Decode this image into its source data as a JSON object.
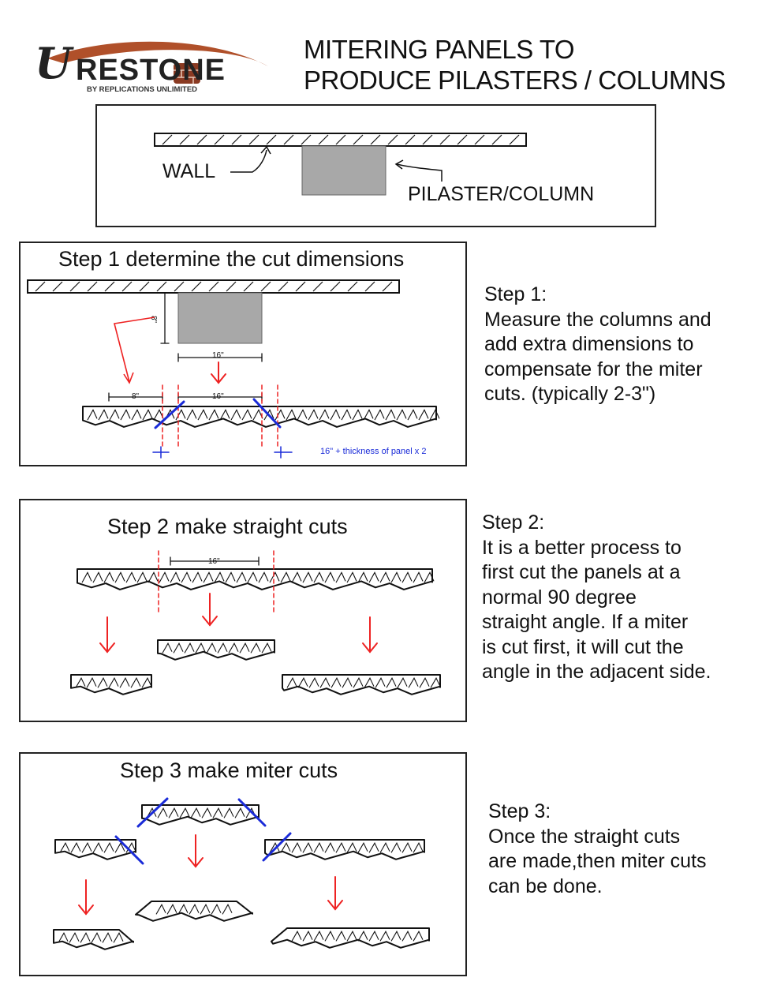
{
  "logo": {
    "wordmark_u": "U",
    "wordmark_rest": "RESTONE",
    "tagline": "BY REPLICATIONS UNLIMITED",
    "colors": {
      "swoosh": "#b0502a",
      "text": "#222222",
      "brick": "#8a3a22"
    }
  },
  "header": {
    "title_line1": "MITERING PANELS TO",
    "title_line2": "PRODUCE PILASTERS / COLUMNS"
  },
  "overview": {
    "wall_label": "WALL",
    "column_label": "PILASTER/COLUMN"
  },
  "step1": {
    "title": "Step 1  determine the cut dimensions",
    "depth_label": "8\"",
    "width_label": "16\"",
    "side_label": "8\"",
    "inner_label": "16\"",
    "note": "16\" + thickness of panel x 2",
    "desc": {
      "heading": "Step 1:",
      "lines": [
        "Measure the columns and",
        "add extra dimensions to",
        "compensate for the miter",
        "cuts. (typically 2-3\")"
      ]
    }
  },
  "step2": {
    "title": "Step 2  make straight cuts",
    "width_label": "16\"",
    "desc": {
      "heading": "Step 2:",
      "lines": [
        "It is a better process to",
        "first cut the panels at a",
        "normal 90 degree",
        "straight angle. If a miter",
        "is cut first, it will cut the",
        "angle in the adjacent side."
      ]
    }
  },
  "step3": {
    "title": "Step 3  make miter cuts",
    "desc": {
      "heading": "Step 3:",
      "lines": [
        "Once the straight cuts",
        "are made,then miter cuts",
        "can be done."
      ]
    }
  },
  "colors": {
    "arrow_red": "#ee2222",
    "cut_blue": "#1a2bd8",
    "column_gray": "#a8a8a8",
    "note_blue": "#1a2bd8"
  }
}
